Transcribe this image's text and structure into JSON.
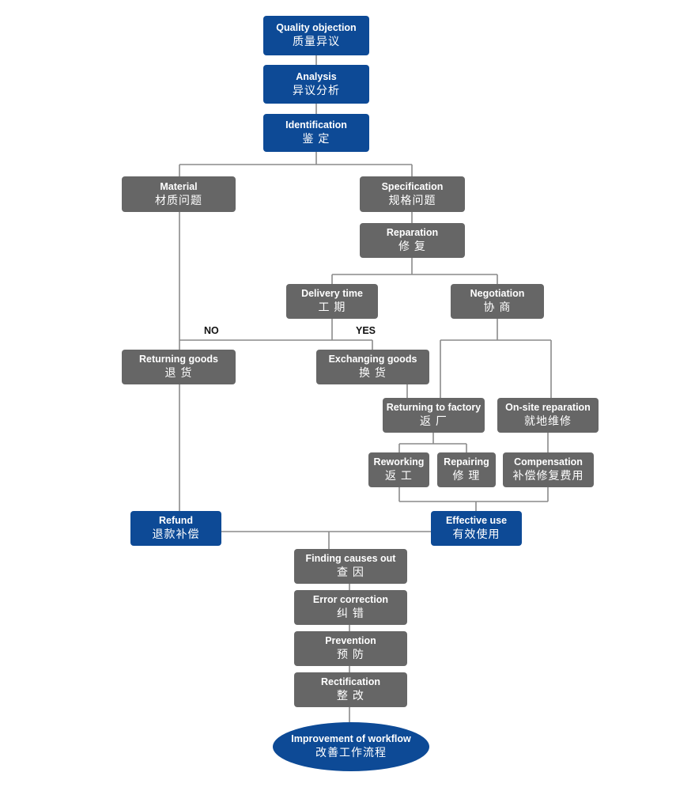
{
  "nodes": {
    "quality_objection": {
      "en": "Quality objection",
      "zh": "质量异议"
    },
    "analysis": {
      "en": "Analysis",
      "zh": "异议分析"
    },
    "identification": {
      "en": "Identification",
      "zh": "鉴 定"
    },
    "material": {
      "en": "Material",
      "zh": "材质问题"
    },
    "specification": {
      "en": "Specification",
      "zh": "规格问题"
    },
    "reparation": {
      "en": "Reparation",
      "zh": "修 复"
    },
    "delivery_time": {
      "en": "Delivery time",
      "zh": "工 期"
    },
    "negotiation": {
      "en": "Negotiation",
      "zh": "协 商"
    },
    "returning_goods": {
      "en": "Returning goods",
      "zh": "退 货"
    },
    "exchanging_goods": {
      "en": "Exchanging goods",
      "zh": "换 货"
    },
    "returning_to_factory": {
      "en": "Returning to factory",
      "zh": "返 厂"
    },
    "onsite_reparation": {
      "en": "On-site reparation",
      "zh": "就地维修"
    },
    "reworking": {
      "en": "Reworking",
      "zh": "返 工"
    },
    "repairing": {
      "en": "Repairing",
      "zh": "修 理"
    },
    "compensation": {
      "en": "Compensation",
      "zh": "补偿修复费用"
    },
    "refund": {
      "en": "Refund",
      "zh": "退款补偿"
    },
    "effective_use": {
      "en": "Effective use",
      "zh": "有效使用"
    },
    "finding_causes": {
      "en": "Finding causes out",
      "zh": "查 因"
    },
    "error_correction": {
      "en": "Error correction",
      "zh": "纠 错"
    },
    "prevention": {
      "en": "Prevention",
      "zh": "预 防"
    },
    "rectification": {
      "en": "Rectification",
      "zh": "整 改"
    },
    "improvement": {
      "en": "Improvement of workflow",
      "zh": "改善工作流程"
    }
  },
  "branch_labels": {
    "no": "NO",
    "yes": "YES"
  },
  "colors": {
    "primary_blue": "#0d4a96",
    "process_gray": "#666666",
    "connector": "#8a8a8a"
  }
}
